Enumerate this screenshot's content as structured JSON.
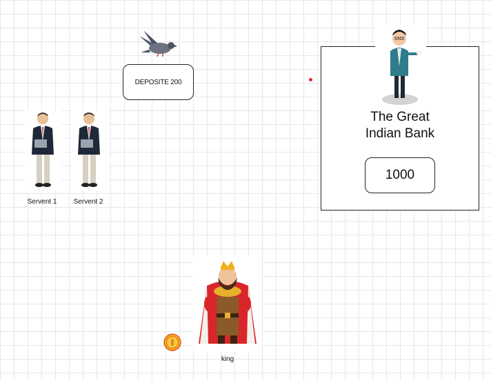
{
  "message_box": {
    "text": "DEPOSITE 200"
  },
  "bank": {
    "title": "The Great\nIndian Bank",
    "balance": "1000"
  },
  "servants": [
    {
      "label": "Servent 1"
    },
    {
      "label": "Servent 2"
    }
  ],
  "king": {
    "label": "king"
  },
  "icons": [
    "pigeon-icon",
    "banker-figure",
    "servant-figure",
    "king-figure",
    "coin-icon",
    "pointer-dot"
  ],
  "colors": {
    "pointer_dot": "#e0242c",
    "king_robe": "#d9262a",
    "crown": "#f2b01e",
    "coin": "#f7a823"
  }
}
